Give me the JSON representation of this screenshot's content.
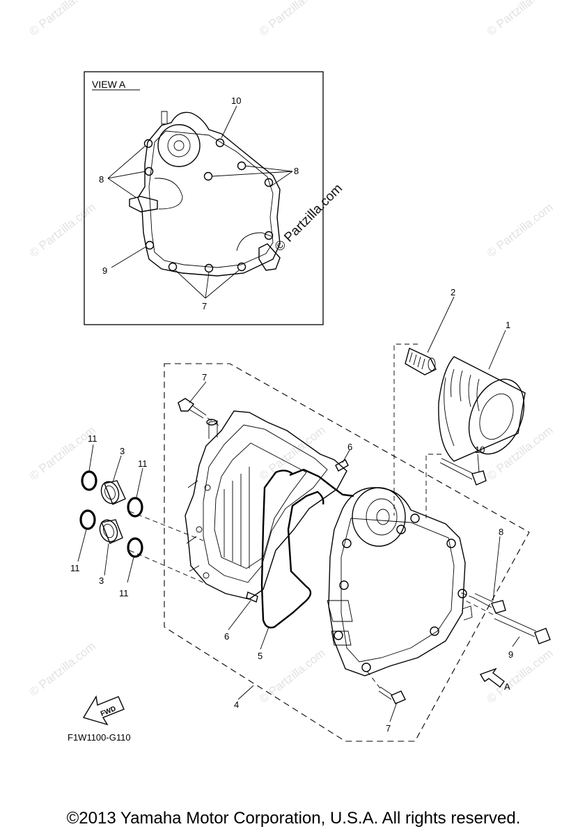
{
  "view_box": {
    "title": "VIEW A"
  },
  "callouts": {
    "view_a_10": "10",
    "view_a_8_left": "8",
    "view_a_8_right": "8",
    "view_a_9": "9",
    "view_a_7": "7",
    "c1": "1",
    "c2": "2",
    "c3_top": "3",
    "c3_bottom": "3",
    "c4": "4",
    "c5": "5",
    "c6_top": "6",
    "c6_bottom": "6",
    "c7_top": "7",
    "c7_bottom": "7",
    "c8": "8",
    "c9": "9",
    "c10": "10",
    "c11_top_left": "11",
    "c11_top_right": "11",
    "c11_bottom_left": "11",
    "c11_bottom_right": "11",
    "view_arrow": "A"
  },
  "fwd_label": "FWD",
  "diagram_code": "F1W1100-G110",
  "watermark": "© Partzilla.com",
  "watermark_main": "© Partzilla.com",
  "copyright": "©2013 Yamaha Motor Corporation, U.S.A. All rights reserved."
}
